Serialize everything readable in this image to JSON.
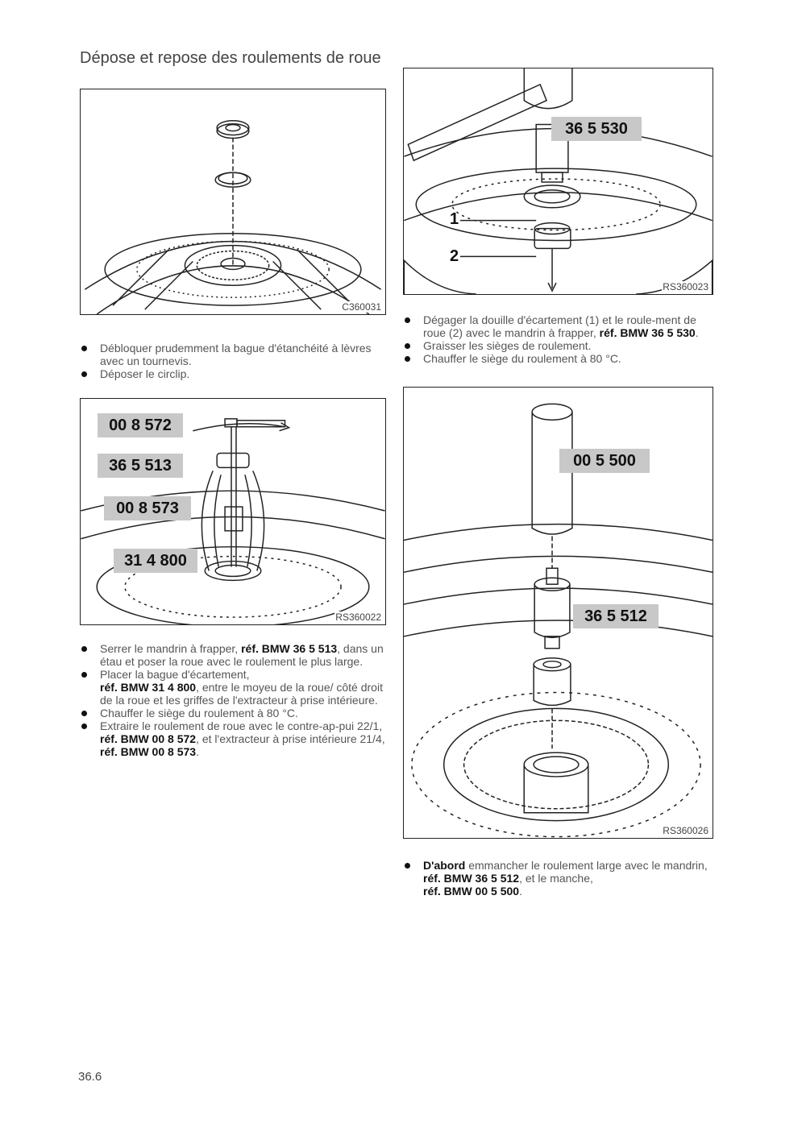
{
  "title": "Dépose et repose des roulements de roue",
  "figures": {
    "fig1": {
      "code": "C360031"
    },
    "fig2": {
      "code": "RS360023",
      "tags": [
        "36 5 530"
      ],
      "numbers": [
        "1",
        "2"
      ]
    },
    "fig3": {
      "code": "RS360022",
      "tags": [
        "00 8 572",
        "36 5 513",
        "00 8 573",
        "31 4 800"
      ]
    },
    "fig4": {
      "code": "RS360026",
      "tags": [
        "00 5 500",
        "36 5 512"
      ]
    }
  },
  "bullets": {
    "block1": [
      [
        {
          "t": "Débloquer prudemment la bague d'étanchéité à lèvres avec un tournevis."
        }
      ],
      [
        {
          "t": "Déposer le circlip."
        }
      ]
    ],
    "block2": [
      [
        {
          "t": "Serrer le mandrin à frapper, "
        },
        {
          "t": "réf. BMW 36 5 513",
          "b": true
        },
        {
          "t": ", dans un étau et poser la roue avec le roulement le plus large."
        }
      ],
      [
        {
          "t": "Placer la bague d'écartement, "
        },
        {
          "t": "réf. BMW 31 4 800",
          "b": true,
          "br": true
        },
        {
          "t": ", entre le moyeu de la roue/ côté droit de la roue et les griffes de l'extracteur à prise intérieure."
        }
      ],
      [
        {
          "t": "Chauffer le siège du roulement à 80 °C."
        }
      ],
      [
        {
          "t": "Extraire le roulement de roue avec le contre-ap-pui 22/1, "
        },
        {
          "t": "réf. BMW 00 8 572",
          "b": true
        },
        {
          "t": ", et l'extracteur à prise intérieure 21/4, "
        },
        {
          "t": "réf. BMW 00 8 573",
          "b": true
        },
        {
          "t": "."
        }
      ]
    ],
    "block3": [
      [
        {
          "t": "Dégager la douille d'écartement (1) et le roule-ment de roue (2) avec le mandrin à frapper, "
        },
        {
          "t": "réf. BMW 36 5 530",
          "b": true
        },
        {
          "t": "."
        }
      ],
      [
        {
          "t": "Graisser les sièges de roulement."
        }
      ],
      [
        {
          "t": "Chauffer le siège du roulement à 80 °C."
        }
      ]
    ],
    "block4": [
      [
        {
          "t": "D'abord",
          "b": true
        },
        {
          "t": " emmancher le roulement large avec le mandrin, "
        },
        {
          "t": "réf. BMW 36 5 512",
          "b": true
        },
        {
          "t": ", et le manche, "
        },
        {
          "t": "réf. BMW 00 5 500",
          "b": true,
          "br": true
        },
        {
          "t": "."
        }
      ]
    ]
  },
  "page_number": "36.6"
}
